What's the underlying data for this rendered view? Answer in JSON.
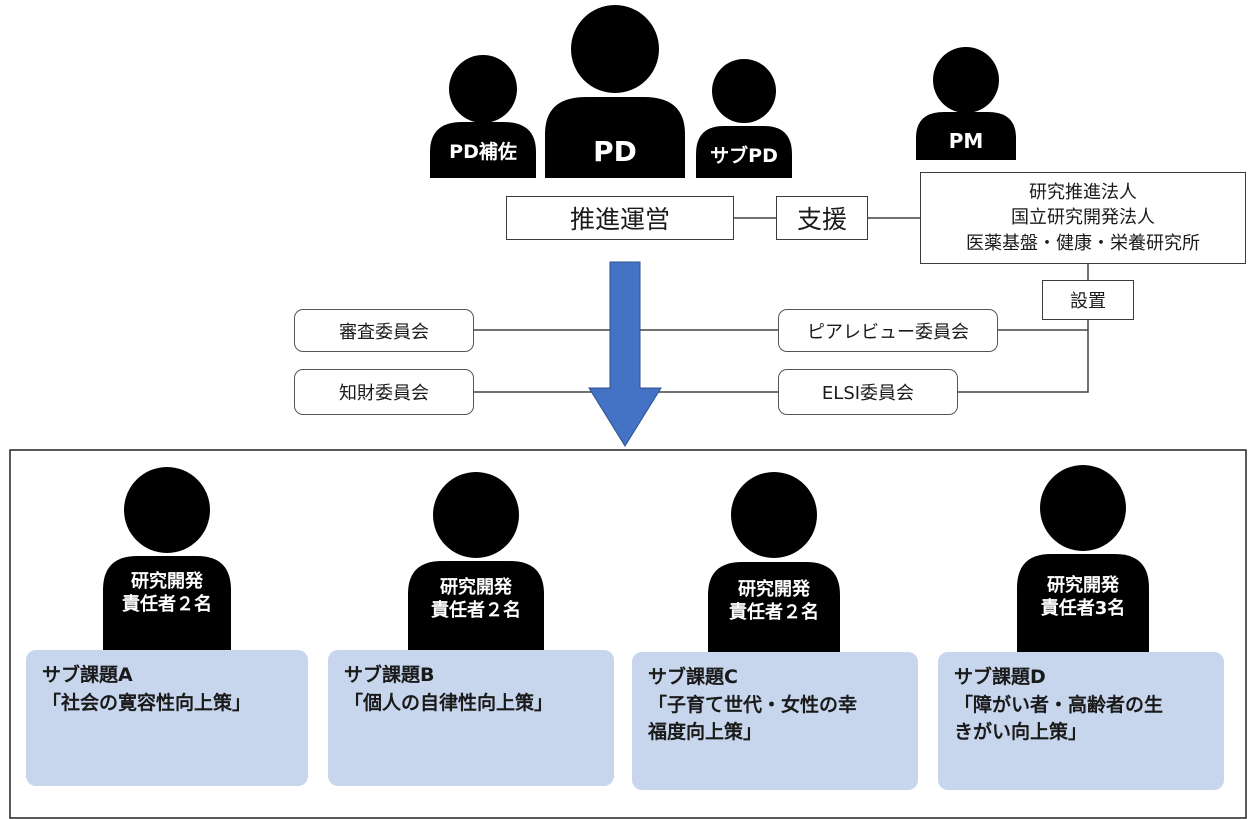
{
  "top_roles": {
    "pd_assistant": "PD補佐",
    "pd": "PD",
    "sub_pd": "サブPD",
    "pm": "PM"
  },
  "boxes": {
    "promotion": "推進運営",
    "support": "支援",
    "institute": "研究推進法人\n国立研究開発法人\n医薬基盤・健康・栄養研究所",
    "establish": "設置"
  },
  "committees": {
    "review": "審査委員会",
    "ip": "知財委員会",
    "peer_review": "ピアレビュー委員会",
    "elsi": "ELSI委員会"
  },
  "leaders": [
    {
      "label": "研究開発\n責任者２名"
    },
    {
      "label": "研究開発\n責任者２名"
    },
    {
      "label": "研究開発\n責任者２名"
    },
    {
      "label": "研究開発\n責任者3名"
    }
  ],
  "subtopics": [
    {
      "title": "サブ課題A",
      "body": "「社会の寛容性向上策」"
    },
    {
      "title": "サブ課題B",
      "body": "「個人の自律性向上策」"
    },
    {
      "title": "サブ課題C",
      "body": "「子育て世代・女性の幸\n福度向上策」"
    },
    {
      "title": "サブ課題D",
      "body": "「障がい者・高齢者の生\nきがい向上策」"
    }
  ],
  "colors": {
    "arrow": "#4472c4",
    "card": "#c7d6ec",
    "silhouette": "#000000"
  }
}
